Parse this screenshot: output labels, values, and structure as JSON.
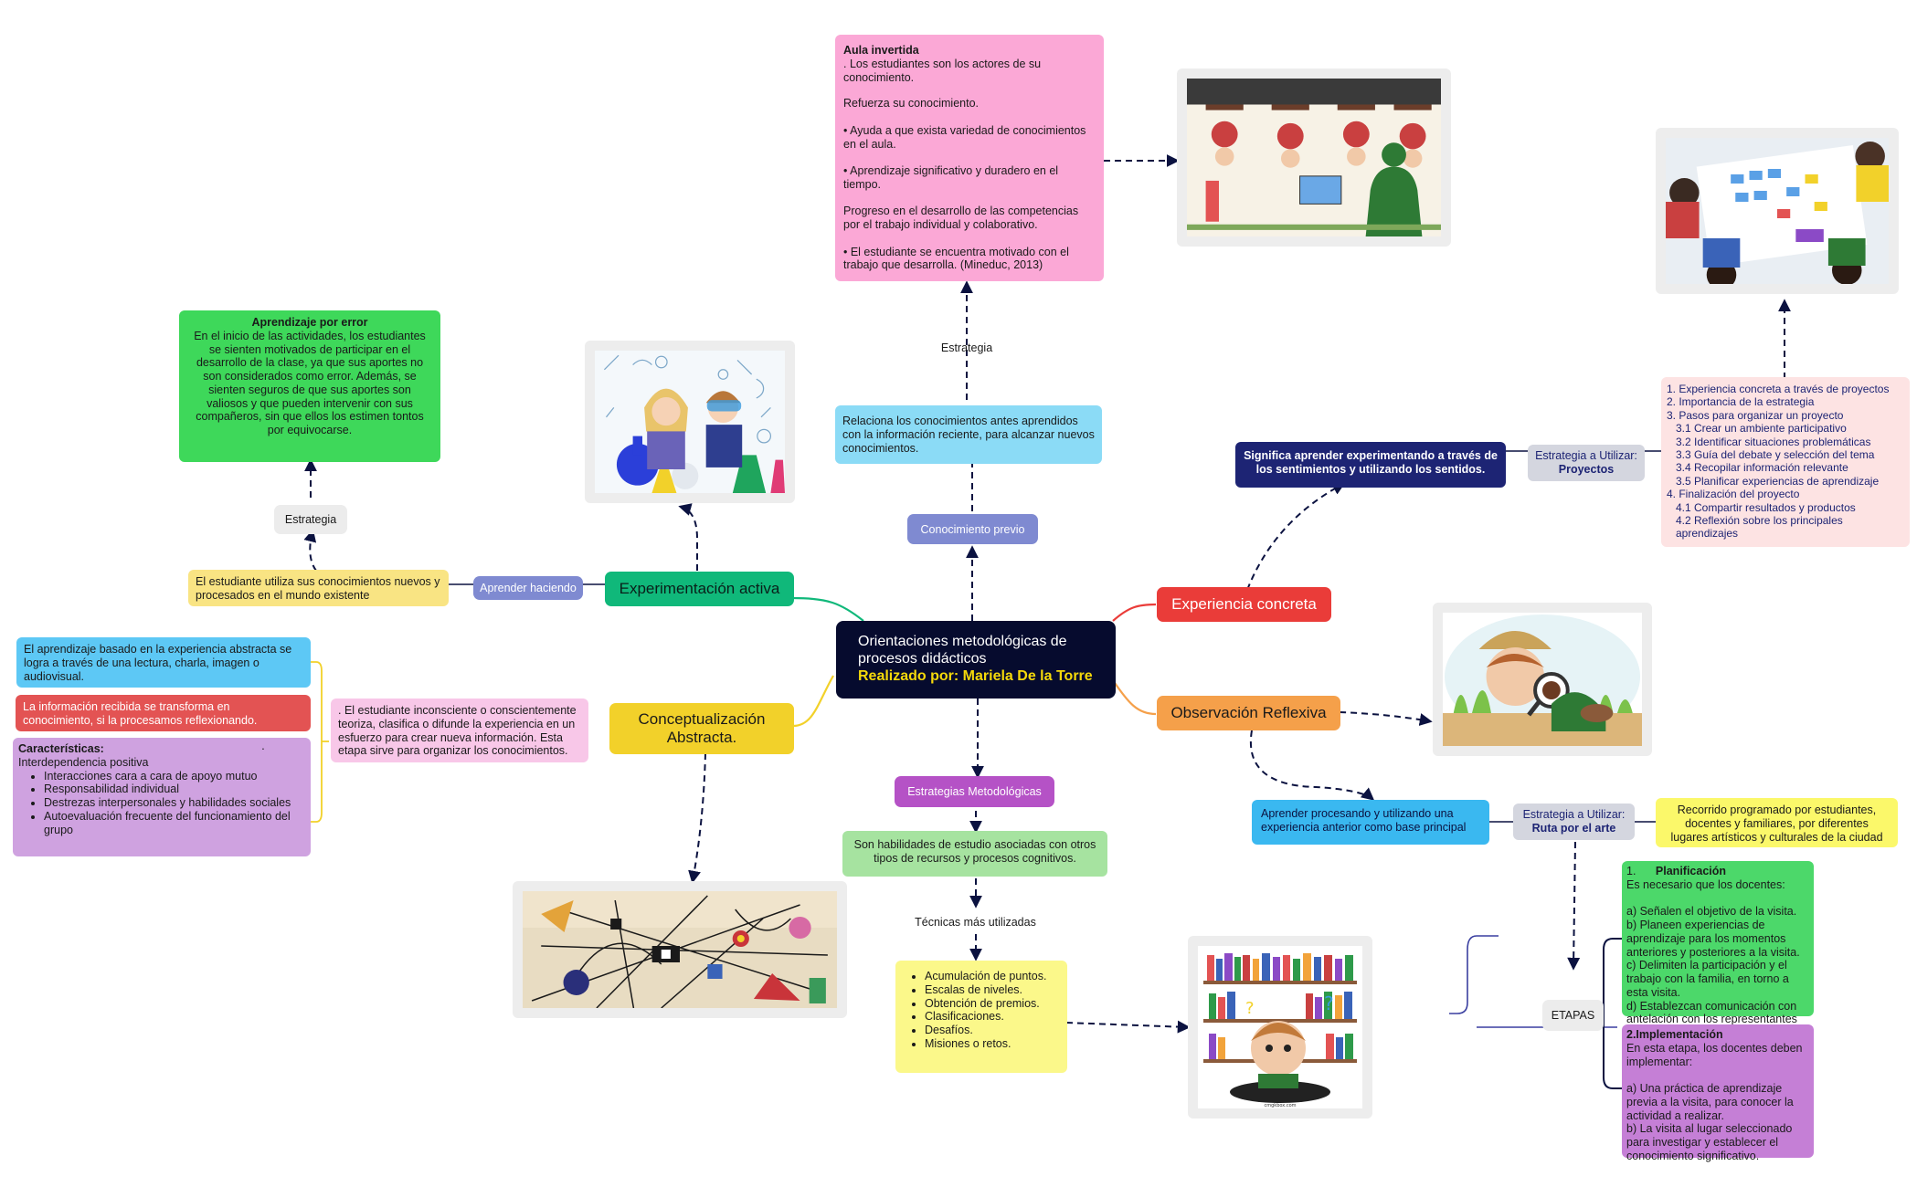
{
  "central": {
    "title": "Orientaciones metodológicas de procesos didácticos",
    "author": "Realizado por: Mariela De la Torre"
  },
  "colors": {
    "central": "#060b2e",
    "author_text": "#f5d90a",
    "experimentacion": "#10b87a",
    "conceptualizacion": "#f2d12a",
    "experiencia": "#ea3c39",
    "observacion": "#f5a04a"
  },
  "topics": {
    "experimentacion": "Experimentación activa",
    "conceptualizacion": "Conceptualización Abstracta.",
    "experiencia": "Experiencia concreta",
    "observacion": "Observación Reflexiva"
  },
  "experimentacion": {
    "aprender_haciendo": "Aprender haciendo",
    "descripcion": "El estudiante utiliza sus conocimientos nuevos y procesados en el mundo existente",
    "estrategia_label": "Estrategia",
    "error_title": "Aprendizaje por error",
    "error_text": "En el inicio de las actividades, los estudiantes se sienten motivados de participar en el desarrollo de la clase, ya que sus aportes no son considerados como error. Además, se sienten seguros de que sus aportes son valiosos y que pueden intervenir con sus compañeros, sin que ellos los estimen tontos por equivocarse."
  },
  "conceptualizacion": {
    "descripcion": ". El estudiante inconsciente o conscientemente teoriza, clasifica o difunde la experiencia en un esfuerzo para crear nueva información. Esta etapa sirve para organizar los conocimientos.",
    "abstracta": "El aprendizaje basado en la experiencia abstracta se logra a través de una lectura, charla, imagen o audiovisual.",
    "transforma": "La información recibida se transforma en conocimiento, si la procesamos reflexionando.",
    "caracteristicas_title": "Características:",
    "caracteristicas_dot": "·",
    "caracteristicas_sub": "Interdependencia positiva",
    "caracteristicas_items": [
      "Interacciones cara a cara de apoyo mutuo",
      "Responsabilidad individual",
      "Destrezas interpersonales y habilidades sociales",
      "Autoevaluación frecuente del funcionamiento del grupo"
    ]
  },
  "conocimiento": {
    "label": "Conocimiento previo",
    "descripcion": "Relaciona los conocimientos antes aprendidos con la información reciente, para alcanzar nuevos conocimientos.",
    "estrategia_label": "Estrategia",
    "aula_title": "Aula invertida",
    "aula_first": ". Los estudiantes son los actores de su conocimiento.",
    "aula_body": "Refuerza su conocimiento.\n\n• Ayuda a que exista variedad de conocimientos en el aula.\n\n• Aprendizaje significativo y duradero en el tiempo.\n\nProgreso en el desarrollo de las competencias por el trabajo individual y colaborativo.\n\n• El estudiante se encuentra motivado con el trabajo que desarrolla. (Mineduc, 2013)"
  },
  "estrategias": {
    "label": "Estrategias Metodológicas",
    "descripcion": "Son habilidades de estudio asociadas con otros tipos de recursos y procesos cognitivos.",
    "tecnicas_label": "Técnicas más utilizadas",
    "tecnicas": [
      "Acumulación de puntos.",
      "Escalas de niveles.",
      "Obtención de premios.",
      "Clasificaciones.",
      "Desafíos.",
      "Misiones o retos."
    ]
  },
  "experiencia": {
    "significa": "Significa aprender experimentando a través de los sentimientos y utilizando los sentidos.",
    "estrategia_prefix": "Estrategia a Utilizar:",
    "estrategia_name": "Proyectos",
    "proyectos": [
      "1. Experiencia concreta a través de proyectos",
      "2. Importancia de la estrategia",
      "3. Pasos para organizar un proyecto",
      "3.1 Crear un ambiente participativo",
      "3.2 Identificar situaciones problemáticas",
      "3.3 Guía del debate y selección del tema",
      "3.4 Recopilar información relevante",
      "3.5 Planificar experiencias de aprendizaje",
      "4. Finalización del proyecto",
      "4.1 Compartir resultados y productos",
      "4.2 Reflexión sobre los principales aprendizajes"
    ]
  },
  "observacion": {
    "aprender": "Aprender procesando y utilizando una experiencia anterior como base principal",
    "estrategia_prefix": "Estrategia a Utilizar:",
    "estrategia_name": "Ruta por el arte",
    "recorrido": "Recorrido programado por estudiantes, docentes y familiares, por diferentes lugares artísticos y culturales de la ciudad",
    "etapas_label": "ETAPAS",
    "planificacion_num": "1.",
    "planificacion_title": "Planificación",
    "planificacion_text": "Es necesario que los docentes:\n\na) Señalen el objetivo de la visita.\nb) Planeen experiencias de aprendizaje para los momentos anteriores y posteriores a la visita.\nc) Delimiten la participación y el trabajo con la familia, en torno a esta visita.\nd) Establezcan comunicación con antelación con los representantes del sitio,",
    "implementacion_title": "2.Implementación",
    "implementacion_text": "En esta etapa, los docentes deben implementar:\n\na) Una práctica de aprendizaje previa a la visita, para conocer la actividad a realizar.\nb) La visita al lugar seleccionado para investigar y establecer el conocimiento significativo."
  },
  "images": {
    "books_caption": "cmgkbox.com"
  }
}
